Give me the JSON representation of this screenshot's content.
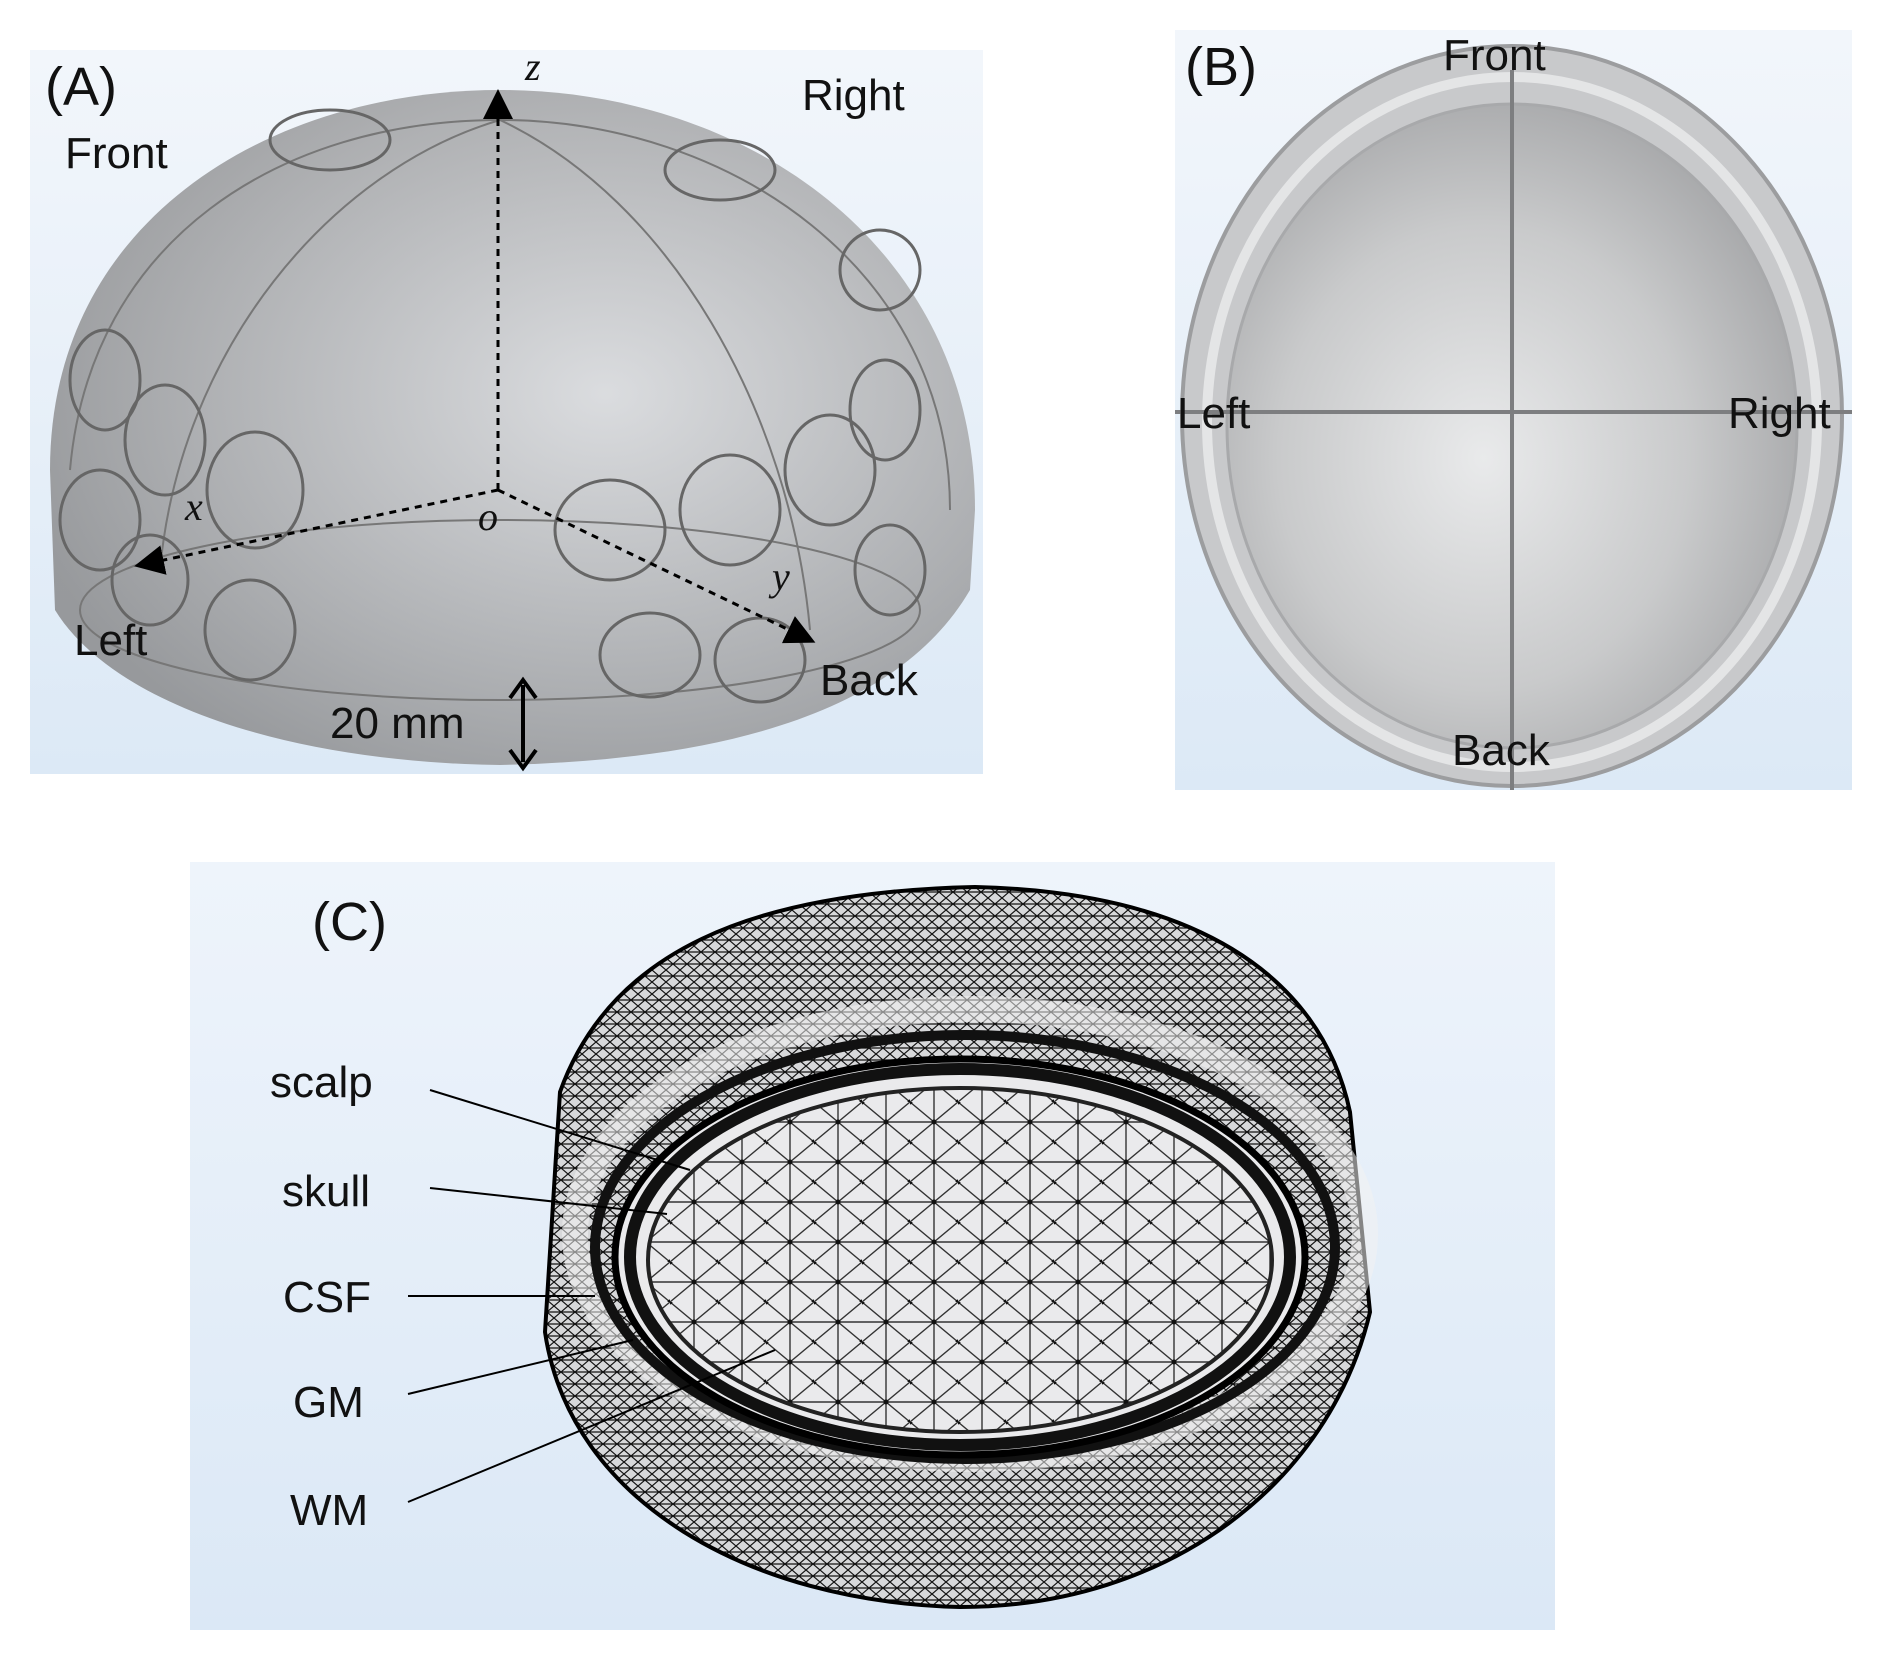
{
  "panel_a": {
    "letter": "(A)",
    "directions": {
      "front": "Front",
      "right": "Right",
      "left": "Left",
      "back": "Back"
    },
    "axes": {
      "z": "z",
      "x": "x",
      "y": "y",
      "origin": "o"
    },
    "scale_bar": "20 mm"
  },
  "panel_b": {
    "letter": "(B)",
    "directions": {
      "front": "Front",
      "left": "Left",
      "right": "Right",
      "back": "Back"
    }
  },
  "panel_c": {
    "letter": "(C)",
    "layers": [
      "scalp",
      "skull",
      "CSF",
      "GM",
      "WM"
    ]
  },
  "colors": {
    "background": "#dce9f6",
    "shell": "#9a9a9a",
    "mesh": "#111111"
  }
}
